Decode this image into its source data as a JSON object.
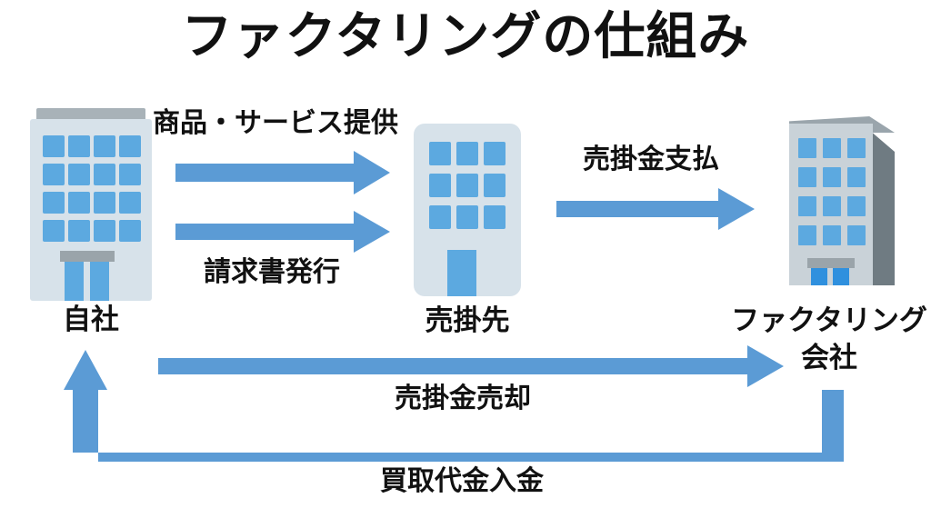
{
  "title": "ファクタリングの仕組み",
  "colors": {
    "arrow_blue": "#5b9bd5",
    "window_blue": "#5ca9e0",
    "building_light": "#d7e2ea",
    "building_gray": "#c9d2d8",
    "roof_gray": "#a8b2b8",
    "side_gray": "#6f7b82",
    "text_black": "#111111",
    "background": "#ffffff"
  },
  "entities": [
    {
      "id": "own-company",
      "label": "自社"
    },
    {
      "id": "accounts-receivable-client",
      "label": "売掛先"
    },
    {
      "id": "factoring-company",
      "label_line1": "ファクタリング",
      "label_line2": "会社"
    }
  ],
  "flows": [
    {
      "id": "goods-services",
      "label": "商品・サービス提供",
      "from": "own-company",
      "to": "accounts-receivable-client",
      "direction": "right"
    },
    {
      "id": "invoice-issue",
      "label": "請求書発行",
      "from": "own-company",
      "to": "accounts-receivable-client",
      "direction": "right"
    },
    {
      "id": "receivable-payment",
      "label": "売掛金支払",
      "from": "accounts-receivable-client",
      "to": "factoring-company",
      "direction": "right"
    },
    {
      "id": "receivable-sale",
      "label": "売掛金売却",
      "from": "own-company",
      "to": "factoring-company",
      "direction": "right"
    },
    {
      "id": "purchase-proceeds",
      "label": "買取代金入金",
      "from": "factoring-company",
      "to": "own-company",
      "direction": "left-up"
    }
  ]
}
